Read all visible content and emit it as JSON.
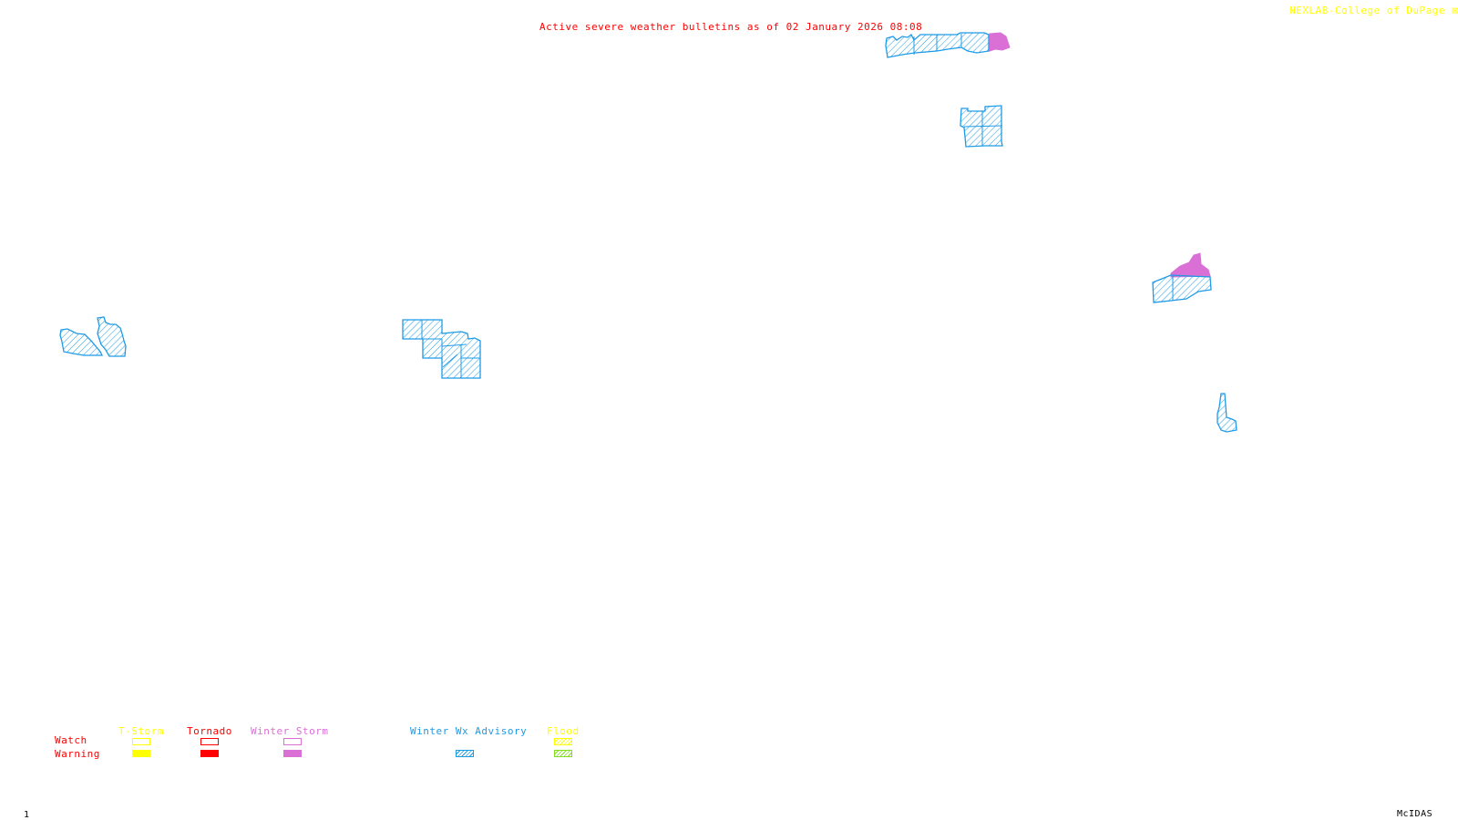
{
  "header": {
    "title": "Active severe weather bulletins as of 02 January 2026 08:08",
    "credit": "NEXLAB-College of DuPage"
  },
  "footer": {
    "frame_number": "1",
    "software": "McIDAS"
  },
  "colors": {
    "tstorm": "#ffff00",
    "tornado": "#ff0000",
    "winter_storm": "#da70d6",
    "winter_wx_advisory": "#1e9be6",
    "flood_watch": "#ffff00",
    "flood_warning": "#80e020",
    "row_labels": "#ff0000"
  },
  "legend": {
    "row_labels": {
      "watch": "Watch",
      "warning": "Warning"
    },
    "columns": [
      {
        "key": "tstorm",
        "label": "T-Storm",
        "watch": "outline",
        "warning": "filled"
      },
      {
        "key": "tornado",
        "label": "Tornado",
        "watch": "outline",
        "warning": "filled"
      },
      {
        "key": "winter_storm",
        "label": "Winter Storm",
        "watch": "outline",
        "warning": "filled"
      },
      {
        "key": "winter_wx_advisory",
        "label": "Winter Wx Advisory",
        "watch": "none",
        "warning": "hatched"
      },
      {
        "key": "flood",
        "label": "Flood",
        "watch": "hatched",
        "warning": "hatched"
      }
    ]
  },
  "map": {
    "active_areas": [
      {
        "region": "northern-border-strip",
        "types": [
          "winter_wx_advisory",
          "winter_storm_warning"
        ]
      },
      {
        "region": "upper-midwest-counties",
        "types": [
          "winter_wx_advisory"
        ]
      },
      {
        "region": "northeast-counties",
        "types": [
          "winter_wx_advisory",
          "winter_storm_warning"
        ]
      },
      {
        "region": "west-coast-mountains",
        "types": [
          "winter_wx_advisory"
        ]
      },
      {
        "region": "rockies-counties",
        "types": [
          "winter_wx_advisory"
        ]
      },
      {
        "region": "east-small-area",
        "types": [
          "winter_wx_advisory"
        ]
      }
    ]
  }
}
